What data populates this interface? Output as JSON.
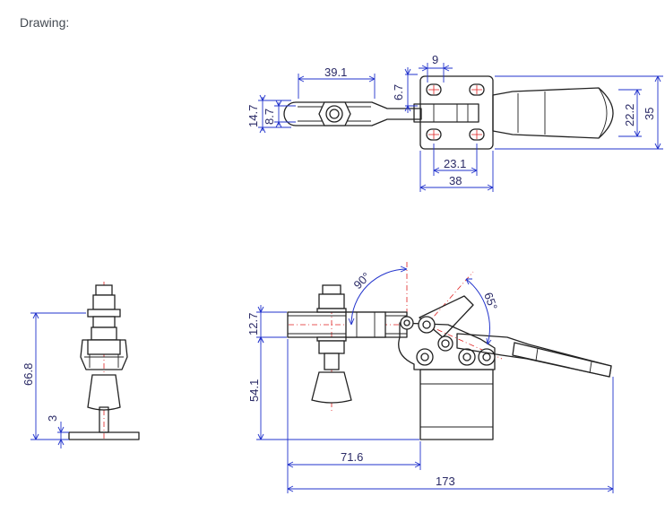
{
  "heading": "Drawing:",
  "dimensions": {
    "top_view": {
      "d39_1": "39.1",
      "d9": "9",
      "d6_7": "6.7",
      "d14_7": "14.7",
      "d8_7": "8.7",
      "d22_2": "22.2",
      "d35": "35",
      "d23_1": "23.1",
      "d38": "38"
    },
    "end_view": {
      "d66_8": "66.8",
      "d3": "3"
    },
    "side_view": {
      "a90": "90°",
      "a65": "65°",
      "d12_7": "12.7",
      "d54_1": "54.1",
      "d71_6": "71.6",
      "d173": "173"
    }
  }
}
